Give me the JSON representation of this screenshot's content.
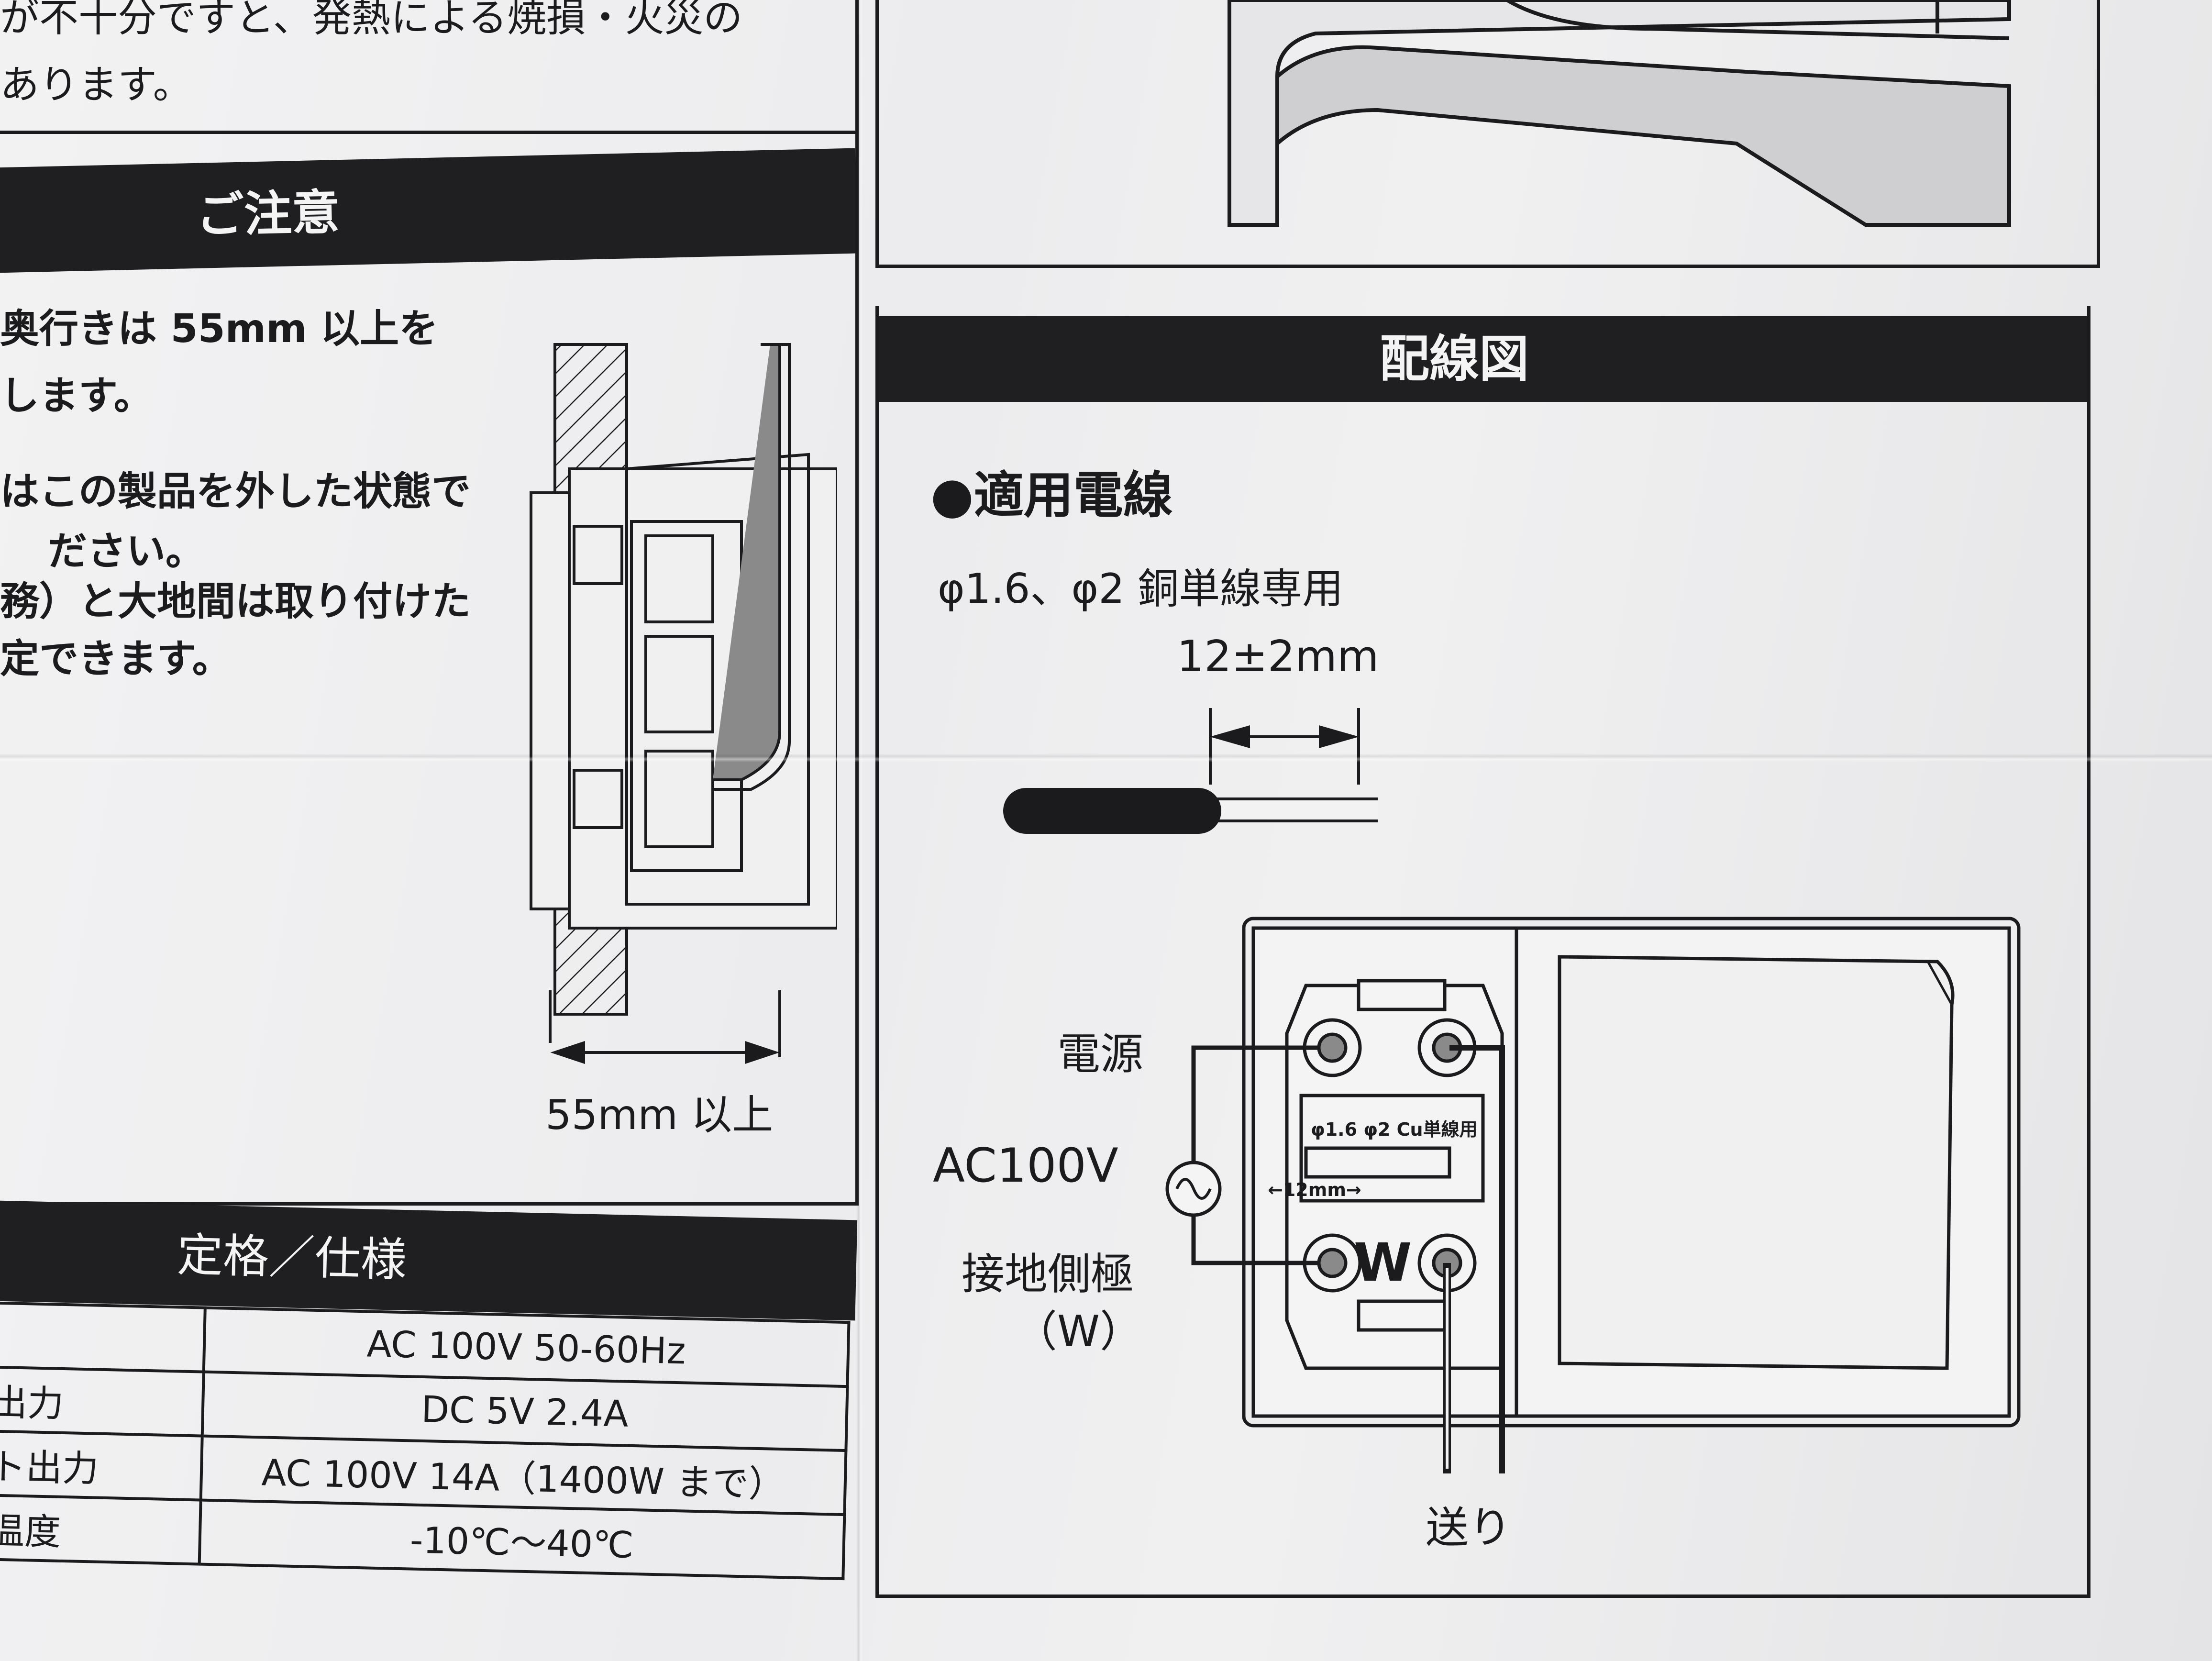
{
  "left_panel": {
    "warning_lines": [
      "が不十分ですと、発熱による焼損・火災の",
      "あります。"
    ],
    "notice_title": "ご注意",
    "notice_lines": [
      "奥行きは 55mm 以上を",
      "します。",
      "はこの製品を外した状態で",
      "ださい。",
      "務）と大地間は取り付けた",
      "定できます。"
    ],
    "depth_label": "55mm 以上",
    "spec_title": "定格／仕様",
    "spec_rows": [
      {
        "key": "",
        "value": "AC 100V 50-60Hz"
      },
      {
        "key": "出力",
        "value": "DC 5V 2.4A"
      },
      {
        "key": "ト出力",
        "value": "AC 100V 14A（1400W まで）"
      },
      {
        "key": "温度",
        "value": "-10℃～40℃"
      }
    ]
  },
  "right_panel": {
    "wiring_title": "配線図",
    "wire_heading": "●適用電線",
    "wire_spec": "φ1.6、φ2 銅単線専用",
    "strip_length": "12±2mm",
    "label_power": "電源",
    "label_voltage": "AC100V",
    "label_ground_pole": "接地側極",
    "label_ground_pole_w": "（W）",
    "label_feed": "送り",
    "outlet_letter_w": "W",
    "outlet_small_spec": "φ1.6 φ2 Cu単線用",
    "outlet_small_len": "←12mm→"
  }
}
